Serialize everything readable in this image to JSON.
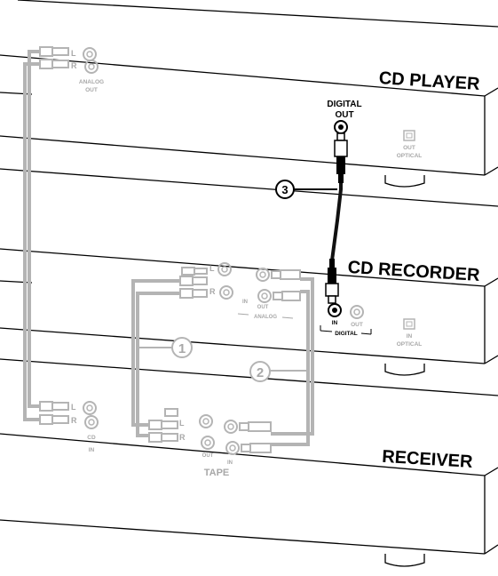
{
  "units": {
    "cd_player": {
      "title": "CD PLAYER",
      "digital_out_label": [
        "DIGITAL",
        "OUT"
      ],
      "optical_label": [
        "OUT",
        "OPTICAL"
      ],
      "analog_label": [
        "ANALOG",
        "OUT"
      ],
      "channel_left": "L",
      "channel_right": "R"
    },
    "cd_recorder": {
      "title": "CD RECORDER",
      "analog_in_label": "IN",
      "analog_out_label": "OUT",
      "analog_group_label": "ANALOG",
      "digital_in_label": "IN",
      "digital_out_label": "OUT",
      "digital_group_label": "DIGITAL",
      "optical_label": [
        "IN",
        "OPTICAL"
      ],
      "channel_left": "L",
      "channel_right": "R"
    },
    "receiver": {
      "title": "RECEIVER",
      "cd_in_label": [
        "CD",
        "IN"
      ],
      "tape_out_label": "OUT",
      "tape_in_label": "IN",
      "tape_group_label": "TAPE",
      "channel_left": "L",
      "channel_right": "R"
    }
  },
  "callouts": {
    "one": "1",
    "two": "2",
    "three": "3"
  },
  "colors": {
    "line": "#000000",
    "grey_cable": "#b4b4b4",
    "grey_text": "#a8a8a8",
    "digital_cable": "#111111",
    "background": "#ffffff"
  }
}
